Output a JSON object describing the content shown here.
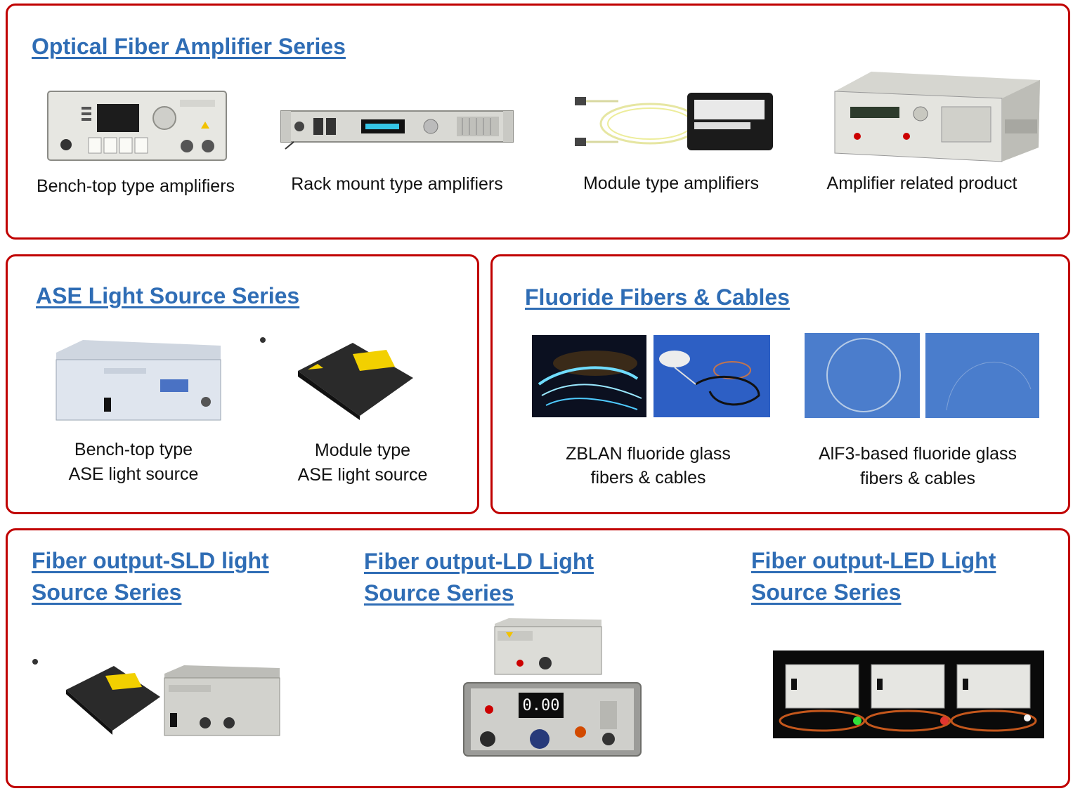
{
  "amplifier": {
    "title": "Optical Fiber Amplifier Series",
    "products": [
      {
        "caption": "Bench-top type amplifiers"
      },
      {
        "caption": "Rack mount type amplifiers"
      },
      {
        "caption": "Module type amplifiers"
      },
      {
        "caption": "Amplifier related product"
      }
    ]
  },
  "ase": {
    "title": "ASE Light Source Series",
    "products": [
      {
        "caption_line1": "Bench-top type",
        "caption_line2": "ASE light source"
      },
      {
        "caption_line1": "Module type",
        "caption_line2": "ASE light source"
      }
    ]
  },
  "fluoride": {
    "title": "Fluoride Fibers & Cables",
    "products": [
      {
        "caption_line1": "ZBLAN fluoride glass",
        "caption_line2": "fibers & cables"
      },
      {
        "caption_line1": "AlF3-based fluoride glass",
        "caption_line2": "fibers & cables"
      }
    ]
  },
  "sources": {
    "sld": {
      "title_line1": "Fiber output-SLD light",
      "title_line2": "Source Series"
    },
    "ld": {
      "title_line1": "Fiber output-LD Light",
      "title_line2": "Source Series",
      "display_value": "0.00"
    },
    "led": {
      "title_line1": "Fiber output-LED Light",
      "title_line2": "Source Series"
    }
  },
  "colors": {
    "border": "#c00000",
    "link": "#2f6db5"
  }
}
